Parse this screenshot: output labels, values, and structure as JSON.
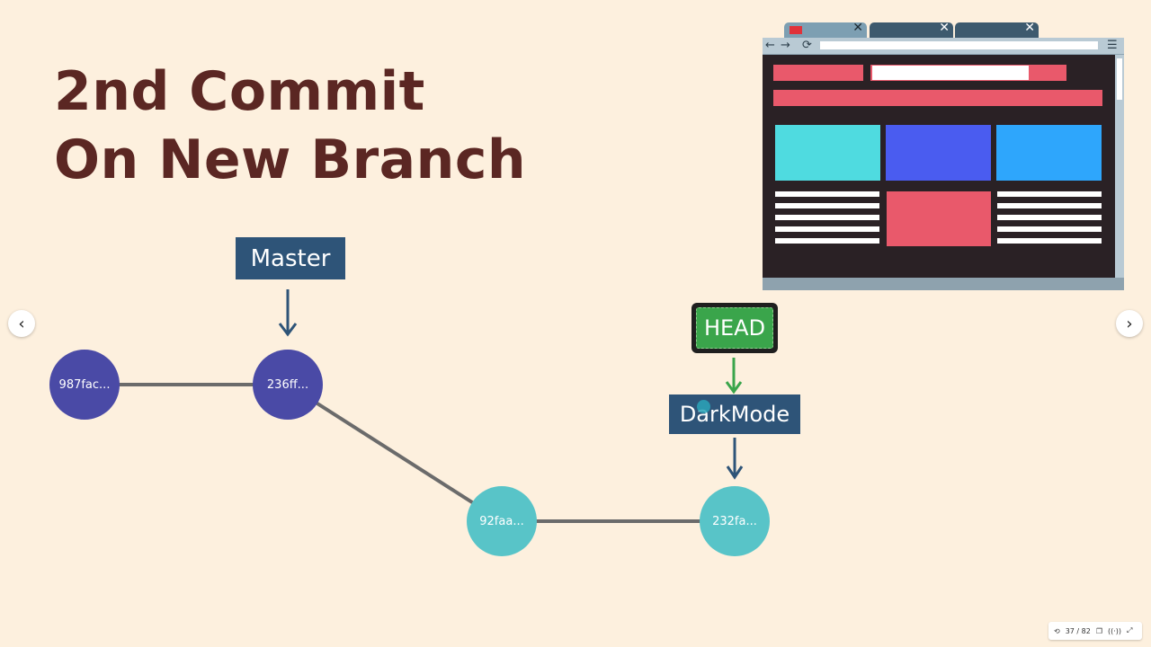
{
  "slide": {
    "title_line1": "2nd Commit",
    "title_line2": "On New Branch"
  },
  "graph": {
    "master_commits": [
      "987fac...",
      "236ff..."
    ],
    "branch_commits": [
      "92faa...",
      "232fa..."
    ],
    "master_label": "Master",
    "head_label": "HEAD",
    "branch_label": "DarkMode",
    "colors": {
      "master_node": "#4a4aa6",
      "branch_node": "#58c4c8",
      "label_bg": "#2e5478",
      "head_bg": "#3aa54b",
      "edge": "#6b6b6b"
    }
  },
  "browser_mockup": {
    "tab_icons": [
      "close-icon",
      "close-icon",
      "close-icon"
    ],
    "nav_icons": [
      "back-arrow-icon",
      "forward-arrow-icon",
      "refresh-icon",
      "menu-icon"
    ]
  },
  "navigation": {
    "prev_icon": "‹",
    "next_icon": "›"
  },
  "player": {
    "page_indicator": "37 / 82"
  }
}
